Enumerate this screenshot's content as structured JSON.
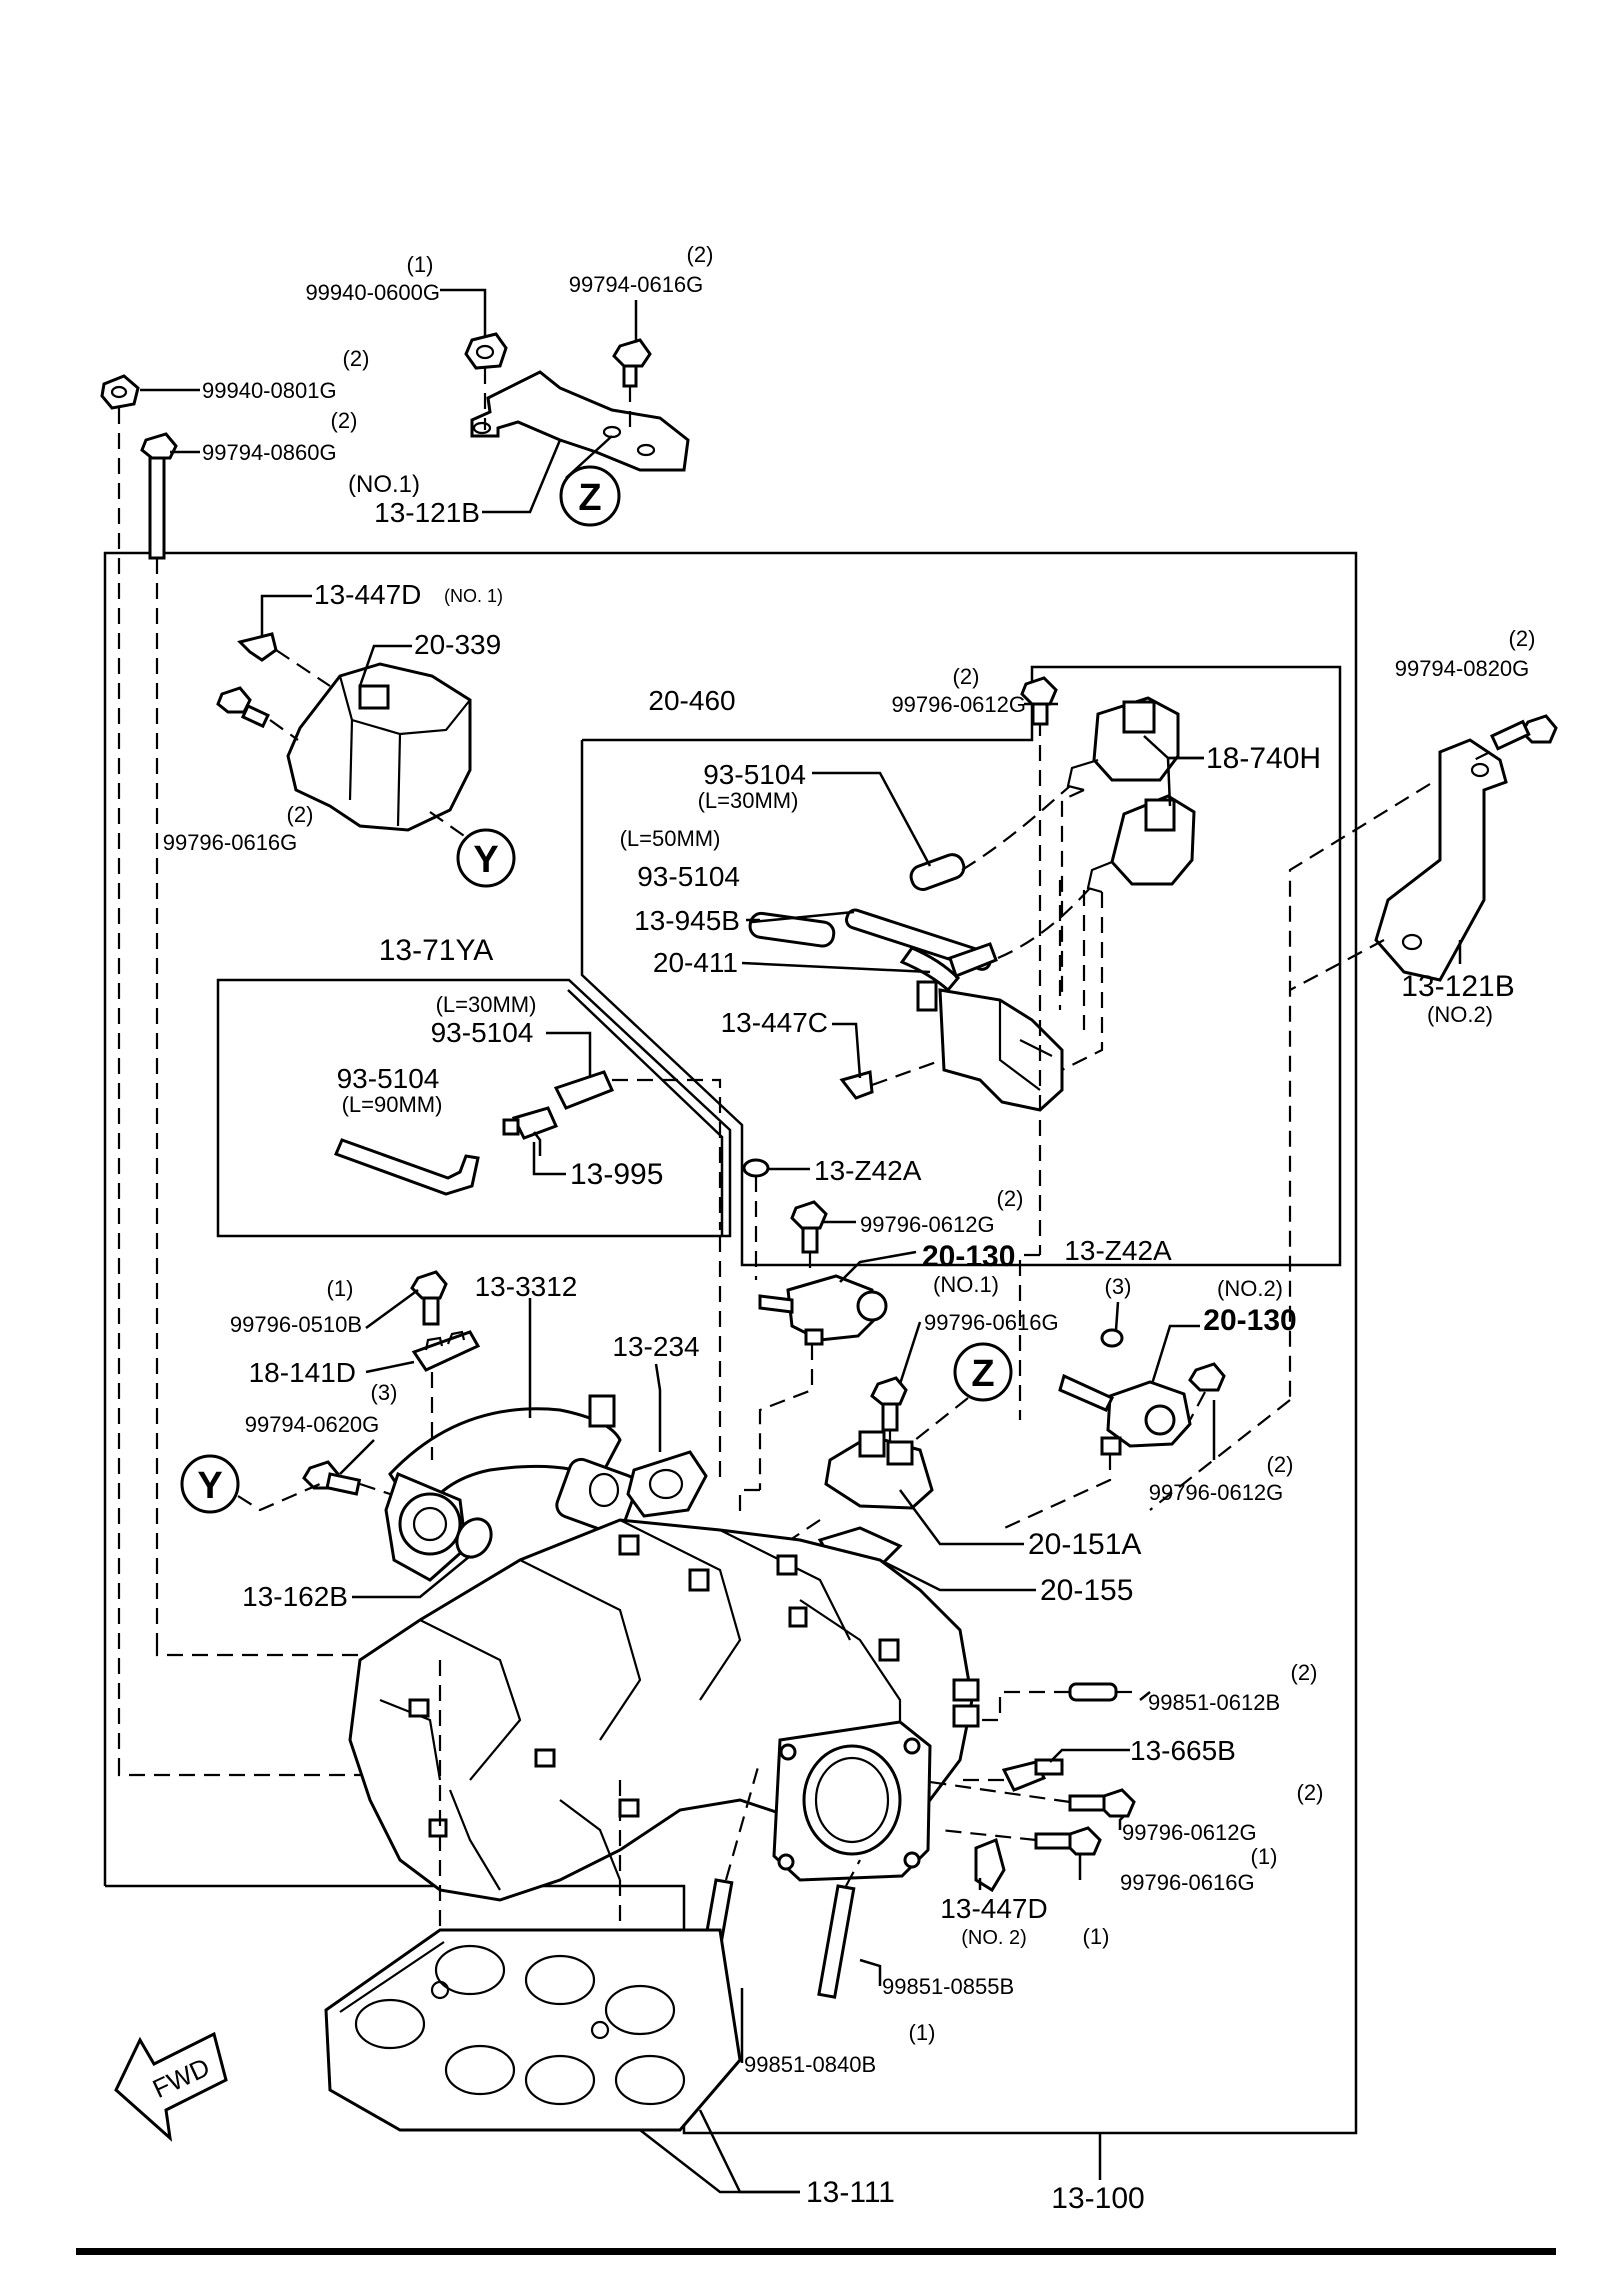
{
  "labels": {
    "p99940_0600G": "99940-0600G",
    "q99940_0600G": "(1)",
    "p99794_0616G": "99794-0616G",
    "q99794_0616G": "(2)",
    "p99940_0801G": "99940-0801G",
    "q99940_0801G": "(2)",
    "p99794_0860G": "99794-0860G",
    "q99794_0860G": "(2)",
    "p13_121B_top": "13-121B",
    "n13_121B_top": "(NO.1)",
    "z_top": "Z",
    "p13_447D_top": "13-447D",
    "n13_447D_top": "(NO. 1)",
    "p20_339": "20-339",
    "p99796_0616G_left": "99796-0616G",
    "q99796_0616G_left": "(2)",
    "y_top": "Y",
    "p20_460": "20-460",
    "p99796_0612G_box": "99796-0612G",
    "q99796_0612G_box": "(2)",
    "p93_5104_30a": "93-5104",
    "l93_5104_30a": "(L=30MM)",
    "l93_5104_50": "(L=50MM)",
    "p93_5104_50": "93-5104",
    "p13_945B": "13-945B",
    "p20_411": "20-411",
    "p13_447C": "13-447C",
    "p18_740H": "18-740H",
    "p99794_0820G": "99794-0820G",
    "q99794_0820G": "(2)",
    "p13_121B_right": "13-121B",
    "n13_121B_right": "(NO.2)",
    "p13_71YA": "13-71YA",
    "l93_5104_30b": "(L=30MM)",
    "p93_5104_30b": "93-5104",
    "p93_5104_90": "93-5104",
    "l93_5104_90": "(L=90MM)",
    "p13_995": "13-995",
    "p13_Z42A_mid": "13-Z42A",
    "p99796_0612G_mid": "99796-0612G",
    "q99796_0612G_mid": "(2)",
    "p20_130_no1": "20-130",
    "n20_130_no1": "(NO.1)",
    "p99796_0616G_mid": "99796-0616G",
    "p13_Z42A_right": "13-Z42A",
    "q13_Z42A_right": "(3)",
    "n20_130_no2": "(NO.2)",
    "p20_130_no2": "20-130",
    "p99796_0612G_r2": "99796-0612G",
    "q99796_0612G_r2": "(2)",
    "z_mid": "Z",
    "p99796_0510B": "99796-0510B",
    "q99796_0510B": "(1)",
    "p13_3312": "13-3312",
    "p18_141D": "18-141D",
    "q99794_0620G": "(3)",
    "p99794_0620G": "99794-0620G",
    "p13_234": "13-234",
    "y_mid": "Y",
    "p13_162B": "13-162B",
    "p20_151A": "20-151A",
    "p20_155": "20-155",
    "p99851_0612B": "99851-0612B",
    "q99851_0612B": "(2)",
    "p13_665B": "13-665B",
    "p99796_0612G_low": "99796-0612G",
    "q99796_0612G_low": "(2)",
    "p99796_0616G_low": "99796-0616G",
    "q99796_0616G_low": "(1)",
    "p13_447D_low": "13-447D",
    "n13_447D_low": "(NO. 2)",
    "p99851_0855B": "99851-0855B",
    "q99851_0855B": "(1)",
    "p99851_0840B": "99851-0840B",
    "q99851_0840B": "(1)",
    "p13_100": "13-100",
    "p13_111": "13-111",
    "fwd": "FWD"
  }
}
